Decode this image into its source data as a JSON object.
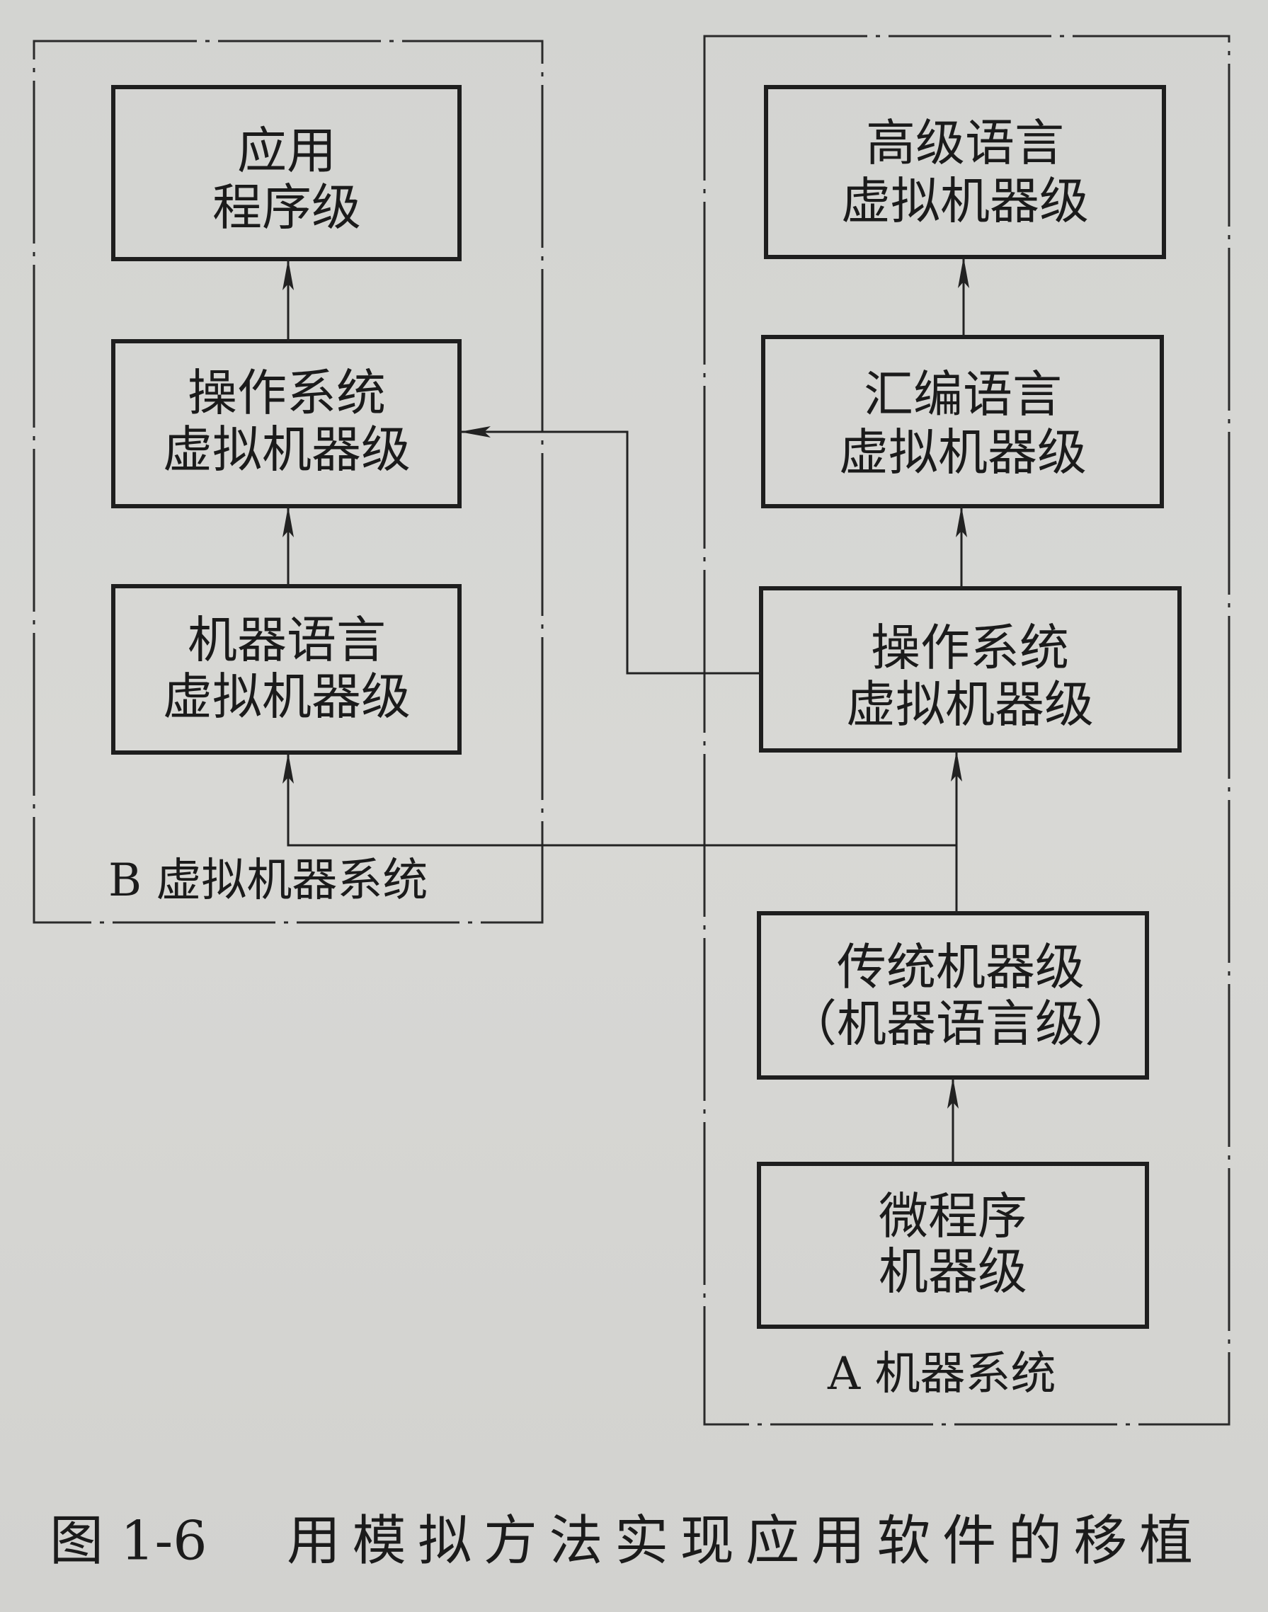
{
  "diagram": {
    "b_system": {
      "label": "B 虚拟机器系统",
      "levels": [
        {
          "line1": "应用",
          "line2": "程序级"
        },
        {
          "line1": "操作系统",
          "line2": "虚拟机器级"
        },
        {
          "line1": "机器语言",
          "line2": "虚拟机器级"
        }
      ]
    },
    "a_system": {
      "label": "A 机器系统",
      "levels": [
        {
          "line1": "高级语言",
          "line2": "虚拟机器级"
        },
        {
          "line1": "汇编语言",
          "line2": "虚拟机器级"
        },
        {
          "line1": "操作系统",
          "line2": "虚拟机器级"
        },
        {
          "line1": "传统机器级",
          "line2": "（机器语言级）"
        },
        {
          "line1": "微程序",
          "line2": "机器级"
        }
      ]
    }
  },
  "caption": {
    "figure": "图 1-6",
    "text": "用模拟方法实现应用软件的移植"
  }
}
